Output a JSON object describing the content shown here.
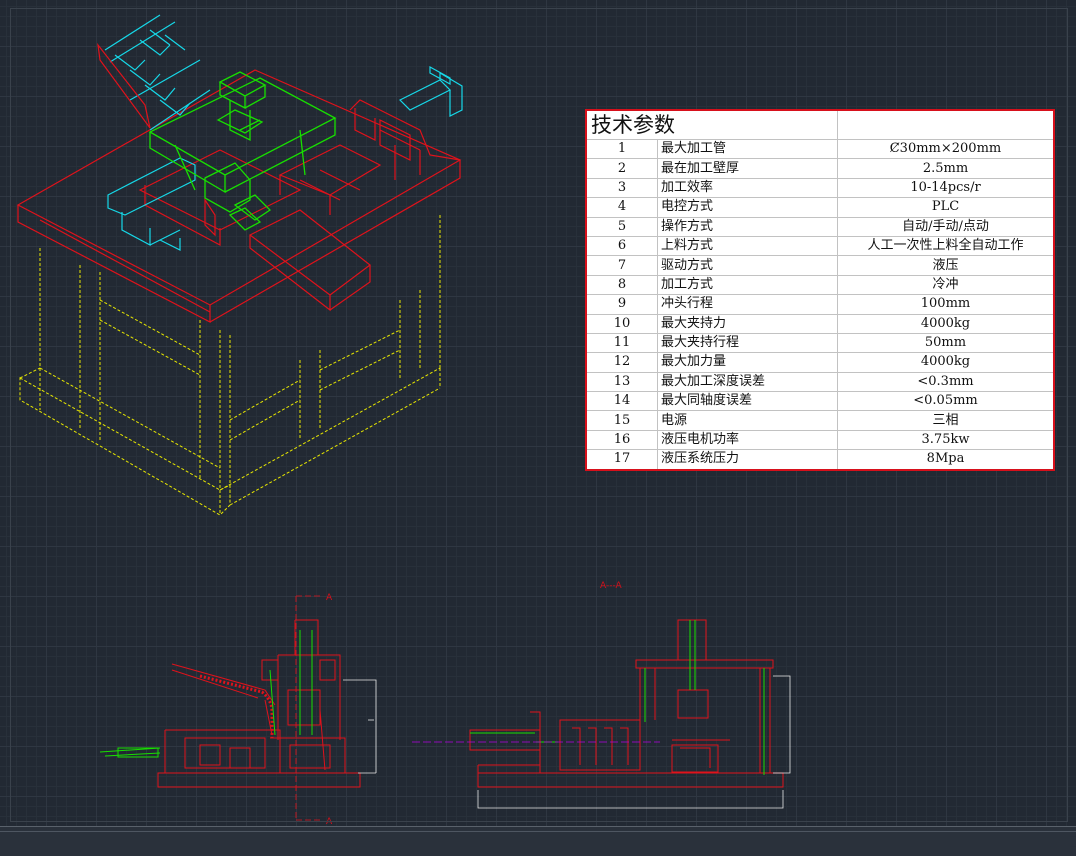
{
  "spec_table": {
    "title": "技术参数",
    "rows": [
      {
        "no": "1",
        "name": "最大加工管",
        "value": "Ȼ30mm×200mm"
      },
      {
        "no": "2",
        "name": "最在加工壁厚",
        "value": "2.5mm"
      },
      {
        "no": "3",
        "name": "加工效率",
        "value": "10-14pcs/r"
      },
      {
        "no": "4",
        "name": "电控方式",
        "value": "PLC"
      },
      {
        "no": "5",
        "name": "操作方式",
        "value": "自动/手动/点动"
      },
      {
        "no": "6",
        "name": "上料方式",
        "value": "人工一次性上料全自动工作"
      },
      {
        "no": "7",
        "name": "驱动方式",
        "value": "液压"
      },
      {
        "no": "8",
        "name": "加工方式",
        "value": "冷冲"
      },
      {
        "no": "9",
        "name": "冲头行程",
        "value": "100mm"
      },
      {
        "no": "10",
        "name": "最大夹持力",
        "value": "4000kg"
      },
      {
        "no": "11",
        "name": "最大夹持行程",
        "value": "50mm"
      },
      {
        "no": "12",
        "name": "最大加力量",
        "value": "4000kg"
      },
      {
        "no": "13",
        "name": "最大加工深度误差",
        "value": "<0.3mm"
      },
      {
        "no": "14",
        "name": "最大同轴度误差",
        "value": "<0.05mm"
      },
      {
        "no": "15",
        "name": "电源",
        "value": "三相"
      },
      {
        "no": "16",
        "name": "液压电机功率",
        "value": "3.75kw"
      },
      {
        "no": "17",
        "name": "液压系统压力",
        "value": "8Mpa"
      }
    ]
  },
  "section_labels": {
    "section_a_top": "A",
    "section_a_bottom": "A",
    "section_view_title": "A---A"
  },
  "colors": {
    "frame": "#e8e800",
    "table_body": "#e0121b",
    "fixture": "#18e000",
    "conveyor": "#16d8e8",
    "background": "#222933",
    "dimension": "#e8e8e8"
  }
}
